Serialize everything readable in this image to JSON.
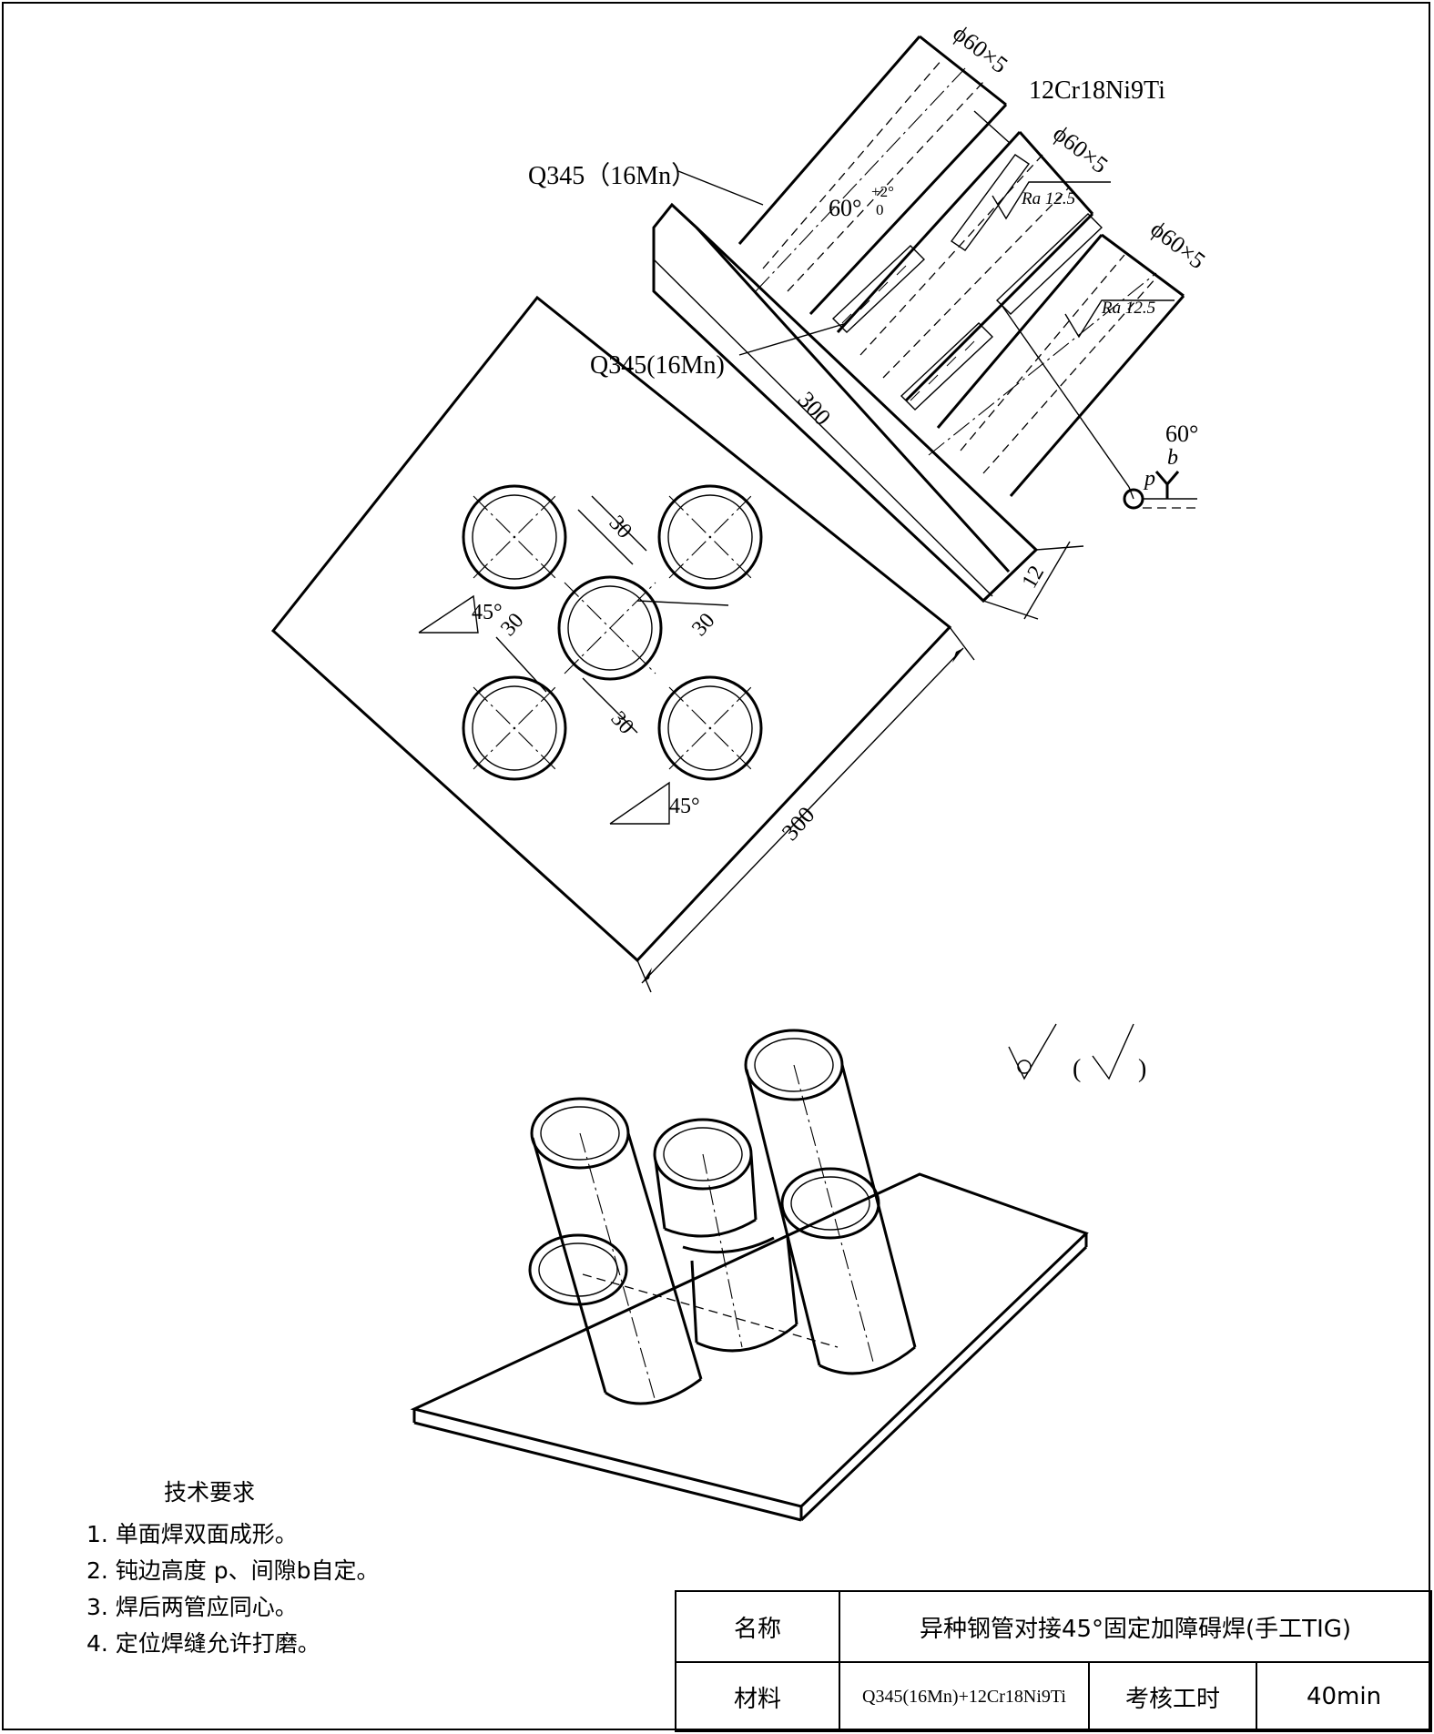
{
  "labels": {
    "pipe_top_size": "ϕ60×5",
    "pipe_top_material": "12Cr18Ni9Ti",
    "pipe_mid_size": "ϕ60×5",
    "pipe_right_size": "ϕ60×5",
    "plate_material_top": "Q345（16Mn）",
    "plate_material_mid": "Q345(16Mn)",
    "groove_angle": "60°",
    "groove_tol_upper": "+2°",
    "groove_tol_lower": "0",
    "roughness_1": "Ra 12.5",
    "roughness_2": "Ra 12.5",
    "weld_symbol_angle": "60°",
    "weld_symbol_b": "b",
    "weld_symbol_p": "p",
    "dim_plate_thickness": "12",
    "dim_plate_length_1": "300",
    "dim_plate_length_2": "300",
    "dim_spacing": [
      "30",
      "30",
      "30",
      "30"
    ],
    "angle_1": "45°",
    "angle_2": "45°",
    "roughness_note_open": "(",
    "roughness_note_close": ")"
  },
  "tech_requirements": {
    "title": "技术要求",
    "items": [
      "1. 单面焊双面成形。",
      "2. 钝边高度 p、间隙b自定。",
      "3. 焊后两管应同心。",
      "4. 定位焊缝允许打磨。"
    ]
  },
  "title_block": {
    "name_label": "名称",
    "name_value": "异种钢管对接45°固定加障碍焊(手工TIG)",
    "material_label": "材料",
    "material_value": "Q345(16Mn)+12Cr18Ni9Ti",
    "time_label": "考核工时",
    "time_value": "40min"
  }
}
